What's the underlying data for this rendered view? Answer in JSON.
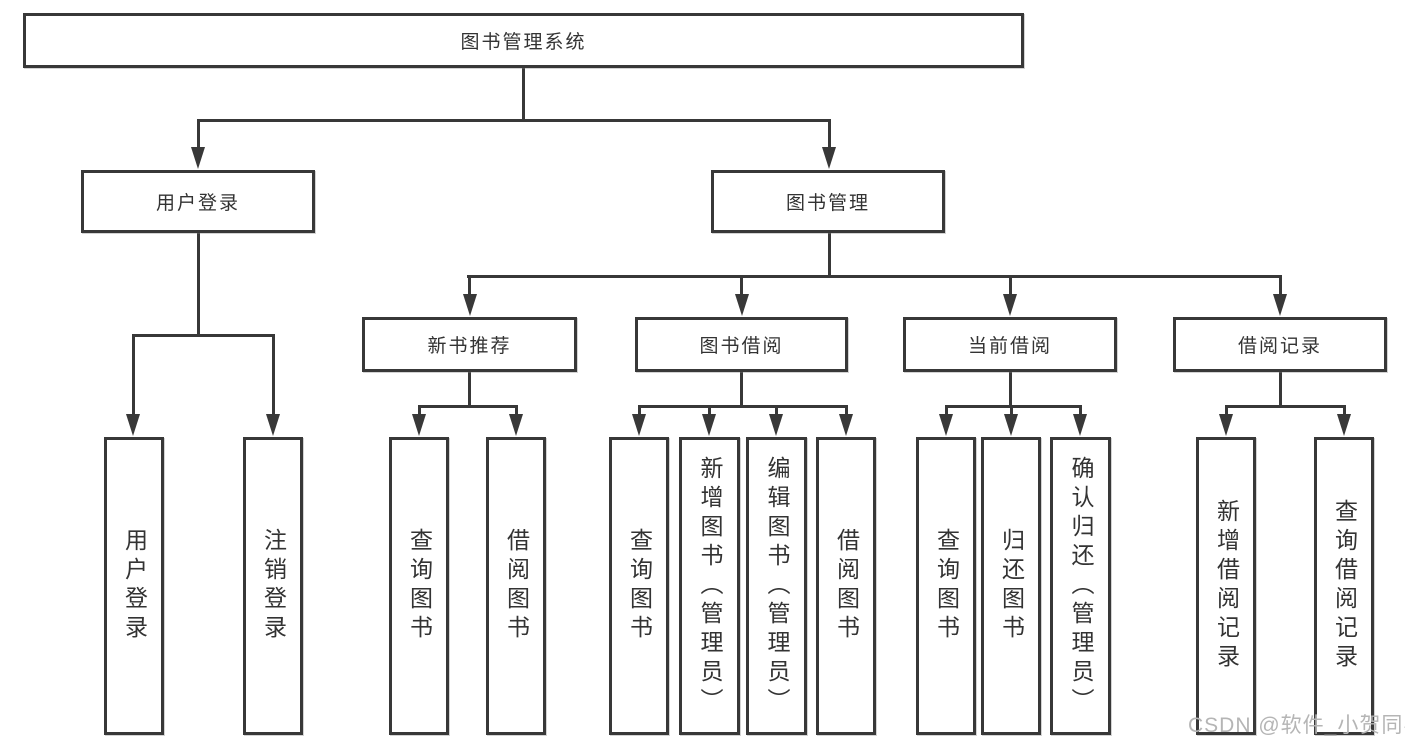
{
  "tree": {
    "root": "图书管理系统",
    "user_login": {
      "label": "用户登录",
      "children": [
        "用户登录",
        "注销登录"
      ]
    },
    "book_mgmt": {
      "label": "图书管理",
      "sections": [
        {
          "label": "新书推荐",
          "children": [
            "查询图书",
            "借阅图书"
          ]
        },
        {
          "label": "图书借阅",
          "children": [
            "查询图书",
            "新增图书（管理员）",
            "编辑图书（管理员）",
            "借阅图书"
          ]
        },
        {
          "label": "当前借阅",
          "children": [
            "查询图书",
            "归还图书",
            "确认归还（管理员）"
          ]
        },
        {
          "label": "借阅记录",
          "children": [
            "新增借阅记录",
            "查询借阅记录"
          ]
        }
      ]
    }
  },
  "watermark": "CSDN @软件_小贺同学",
  "colors": {
    "line": "#383838",
    "text": "#333333",
    "watermark": "#b5b5b5",
    "background": "#ffffff"
  }
}
